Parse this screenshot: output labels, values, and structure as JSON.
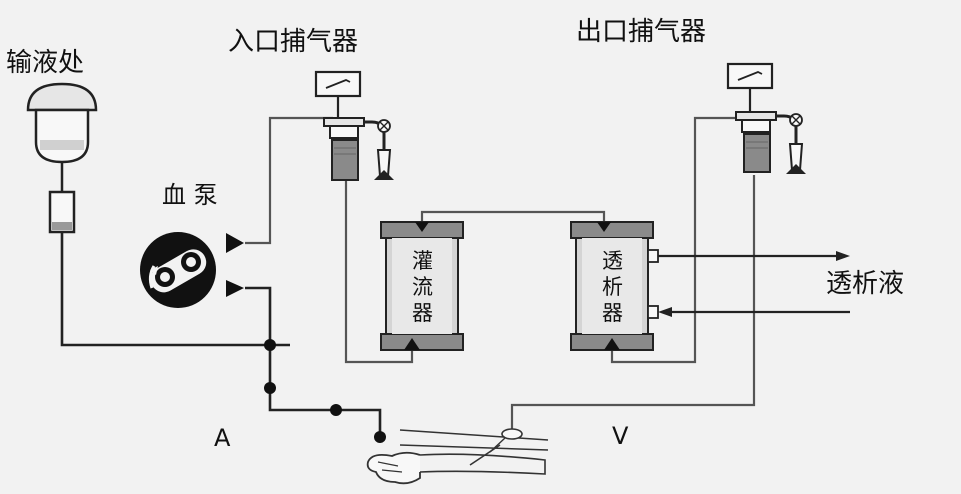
{
  "labels": {
    "infusion": "输液处",
    "inlet_trap": "入口捕气器",
    "outlet_trap": "出口捕气器",
    "blood_pump": "血 泵",
    "perfuser": [
      "灌",
      "流",
      "器"
    ],
    "dialyzer": [
      "透",
      "析",
      "器"
    ],
    "dialysate": "透析液",
    "arterial": "A",
    "venous": "V"
  },
  "colors": {
    "background": "#f2f2f2",
    "tube": "#555555",
    "dark": "#1a1a1a",
    "fill_gray": "#c8c8c8",
    "blood_fill": "#8a8a8a"
  }
}
